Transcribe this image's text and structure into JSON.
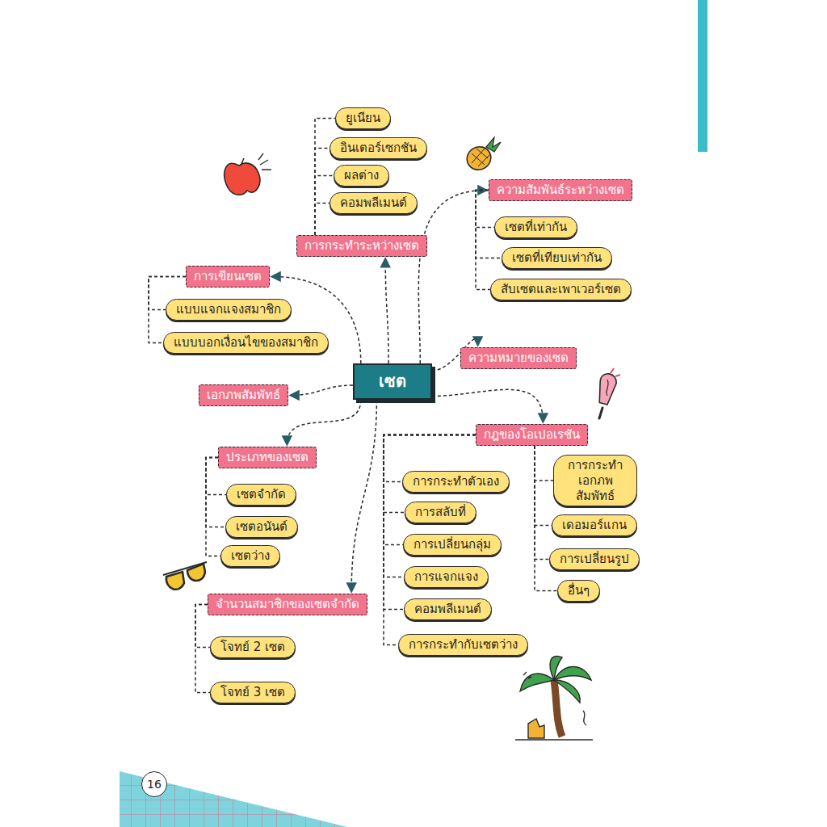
{
  "diagram": {
    "nodes": [
      {
        "text": [
          "เซต"
        ]
      },
      {
        "text": [
          "การกระทำระหว่างเซต"
        ]
      },
      {
        "text": [
          "ยูเนียน"
        ]
      },
      {
        "text": [
          "อินเตอร์เซกชัน"
        ]
      },
      {
        "text": [
          "ผลต่าง"
        ]
      },
      {
        "text": [
          "คอมพลีเมนต์"
        ]
      },
      {
        "text": [
          "ความสัมพันธ์ระหว่างเซต"
        ]
      },
      {
        "text": [
          "เซตที่เท่ากัน"
        ]
      },
      {
        "text": [
          "เซตที่เทียบเท่ากัน"
        ]
      },
      {
        "text": [
          "สับเซตและเพาเวอร์เซต"
        ]
      },
      {
        "text": [
          "การเขียนเซต"
        ]
      },
      {
        "text": [
          "แบบแจกแจงสมาชิก"
        ]
      },
      {
        "text": [
          "แบบบอกเงื่อนไขของสมาชิก"
        ]
      },
      {
        "text": [
          "ความหมายของเซต"
        ]
      },
      {
        "text": [
          "เอกภพสัมพัทธ์"
        ]
      },
      {
        "text": [
          "กฎของโอเปอเรชัน"
        ]
      },
      {
        "text": [
          "การกระทำตัวเอง"
        ]
      },
      {
        "text": [
          "การสลับที่"
        ]
      },
      {
        "text": [
          "การเปลี่ยนกลุ่ม"
        ]
      },
      {
        "text": [
          "การแจกแจง"
        ]
      },
      {
        "text": [
          "คอมพลีเมนต์"
        ]
      },
      {
        "text": [
          "การกระทำกับเซตว่าง"
        ]
      },
      {
        "text": [
          "การกระทำ เอกภพสัมพัทธ์"
        ]
      },
      {
        "text": [
          "เดอมอร์แกน"
        ]
      },
      {
        "text": [
          "การเปลี่ยนรูป"
        ]
      },
      {
        "text": [
          "อื่นๆ"
        ]
      },
      {
        "text": [
          "ประเภทของเซต"
        ]
      },
      {
        "text": [
          "เซตจำกัด"
        ]
      },
      {
        "text": [
          "เซตอนันต์"
        ]
      },
      {
        "text": [
          "เซตว่าง"
        ]
      },
      {
        "text": [
          "จำนวนสมาชิกของเซตจำกัด"
        ]
      },
      {
        "text": [
          "โจทย์ 2 เซต"
        ]
      },
      {
        "text": [
          "โจทย์ 3 เซต"
        ]
      }
    ],
    "edges": [
      {
        "from": 0,
        "to": 1,
        "arrow": "to"
      },
      {
        "from": 0,
        "to": 6,
        "arrow": "to"
      },
      {
        "from": 0,
        "to": 10,
        "arrow": "to"
      },
      {
        "from": 0,
        "to": 13,
        "arrow": "to"
      },
      {
        "from": 0,
        "to": 14,
        "arrow": "to"
      },
      {
        "from": 0,
        "to": 15,
        "arrow": "to"
      },
      {
        "from": 0,
        "to": 26,
        "arrow": "to"
      },
      {
        "from": 0,
        "to": 30,
        "arrow": "to"
      },
      {
        "from": 1,
        "to": 2,
        "arrow": "none"
      },
      {
        "from": 1,
        "to": 3,
        "arrow": "none"
      },
      {
        "from": 1,
        "to": 4,
        "arrow": "none"
      },
      {
        "from": 1,
        "to": 5,
        "arrow": "none"
      },
      {
        "from": 6,
        "to": 7,
        "arrow": "none"
      },
      {
        "from": 6,
        "to": 8,
        "arrow": "none"
      },
      {
        "from": 6,
        "to": 9,
        "arrow": "none"
      },
      {
        "from": 10,
        "to": 11,
        "arrow": "none"
      },
      {
        "from": 10,
        "to": 12,
        "arrow": "none"
      },
      {
        "from": 15,
        "to": 16,
        "arrow": "none"
      },
      {
        "from": 15,
        "to": 17,
        "arrow": "none"
      },
      {
        "from": 15,
        "to": 18,
        "arrow": "none"
      },
      {
        "from": 15,
        "to": 19,
        "arrow": "none"
      },
      {
        "from": 15,
        "to": 20,
        "arrow": "none"
      },
      {
        "from": 15,
        "to": 21,
        "arrow": "none"
      },
      {
        "from": 15,
        "to": 22,
        "arrow": "none"
      },
      {
        "from": 15,
        "to": 23,
        "arrow": "none"
      },
      {
        "from": 15,
        "to": 24,
        "arrow": "none"
      },
      {
        "from": 15,
        "to": 25,
        "arrow": "none"
      },
      {
        "from": 26,
        "to": 27,
        "arrow": "none"
      },
      {
        "from": 26,
        "to": 28,
        "arrow": "none"
      },
      {
        "from": 26,
        "to": 29,
        "arrow": "none"
      },
      {
        "from": 30,
        "to": 31,
        "arrow": "none"
      },
      {
        "from": 30,
        "to": 32,
        "arrow": "none"
      }
    ],
    "labels": [
      "16"
    ]
  }
}
